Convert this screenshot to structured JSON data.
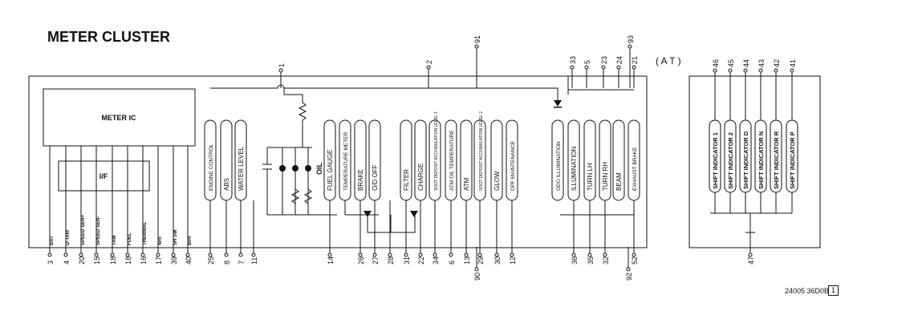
{
  "title": "METER CLUSTER",
  "at_label": "( A T )",
  "meter_ic": "METER IC",
  "if_label": "I/F",
  "doc_code": "24005 36D0B",
  "page_box": "1",
  "bottom_pins": [
    {
      "pin": "3",
      "label": "BAT"
    },
    {
      "pin": "4",
      "label": "D-TAM"
    },
    {
      "pin": "20",
      "label": "SPEED SEN+"
    },
    {
      "pin": "15",
      "label": "SPEED SEN-"
    },
    {
      "pin": "18",
      "label": "TAM"
    },
    {
      "pin": "18",
      "label": "FUEL"
    },
    {
      "pin": "16",
      "label": "THERMAL"
    },
    {
      "pin": "17",
      "label": "4P/I"
    },
    {
      "pin": "39",
      "label": "SH SW"
    },
    {
      "pin": "40",
      "label": "BP/I"
    },
    {
      "pin": "25",
      "label": ""
    },
    {
      "pin": "8",
      "label": ""
    },
    {
      "pin": "7",
      "label": ""
    },
    {
      "pin": "11",
      "label": ""
    },
    {
      "pin": "14",
      "label": ""
    },
    {
      "pin": "26",
      "label": ""
    },
    {
      "pin": "27",
      "label": ""
    },
    {
      "pin": "28",
      "label": ""
    },
    {
      "pin": "31",
      "label": ""
    },
    {
      "pin": "22",
      "label": ""
    },
    {
      "pin": "34",
      "label": ""
    },
    {
      "pin": "6",
      "label": ""
    },
    {
      "pin": "13",
      "label": ""
    },
    {
      "pin": "29",
      "label": ""
    },
    {
      "pin": "30",
      "label": ""
    },
    {
      "pin": "12",
      "label": ""
    },
    {
      "pin": "36",
      "label": ""
    },
    {
      "pin": "35",
      "label": ""
    },
    {
      "pin": "32",
      "label": ""
    },
    {
      "pin": "52",
      "label": ""
    }
  ],
  "extra_pins": [
    "90",
    "92"
  ],
  "top_pins": [
    "1",
    "2",
    "91",
    "33",
    "5",
    "23",
    "24",
    "21",
    "93"
  ],
  "indicators": [
    "ENGINE CONTROL",
    "ABS",
    "WATER LEVEL",
    "FUEL GAUGE",
    "TEMPERATURE METER",
    "BRAKE",
    "O/D OFF",
    "FILTER",
    "CHARGE",
    "SOOT DEPOSIT ACCUMULATION LEVEL 1",
    "ATM OIL TEMPERATURE",
    "ATM",
    "SOOT DEPOSIT ACCUMULATION LEVEL 2",
    "GLOW",
    "DPF MAINTENANCE",
    "ODO ILLUMINATION",
    "ILLUMINATION",
    "TURN LH",
    "TURN RH",
    "BEAM",
    "EXHAUST BRAKE"
  ],
  "oil_label": "OIL",
  "shift_top_pins": [
    "46",
    "45",
    "44",
    "43",
    "42",
    "41"
  ],
  "shift_indicators": [
    "SHIFT INDICATOR 1",
    "SHIFT INDICATOR 2",
    "SHIFT INDICATOR D",
    "SHIFT INDICATOR N",
    "SHIFT INDICATOR R",
    "SHIFT INDICATOR P"
  ],
  "shift_ground_pin": "47"
}
